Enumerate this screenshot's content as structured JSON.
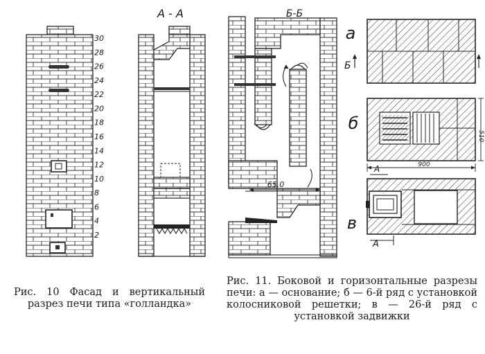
{
  "figure10": {
    "row_numbers": [
      "30",
      "28",
      "26",
      "24",
      "22",
      "20",
      "18",
      "16",
      "14",
      "12",
      "10",
      "8",
      "6",
      "4",
      "2"
    ],
    "section_label": "А - А",
    "caption": "Рис. 10 Фасад и вертикальный разрез печи типа «голландка»"
  },
  "figure11": {
    "section_label": "Б-Б",
    "dimension_width": "65.0",
    "plan_labels": [
      "а",
      "б",
      "в"
    ],
    "cut_marks": {
      "b": "Б",
      "a": "А"
    },
    "dim_900": "900",
    "dim_510": "510",
    "caption": "Рис. 11. Боковой и горизонтальные разрезы печи: а — основание; б — 6-й ряд с установкой колосниковой решетки; в — 26-й ряд с установкой задвижки"
  }
}
